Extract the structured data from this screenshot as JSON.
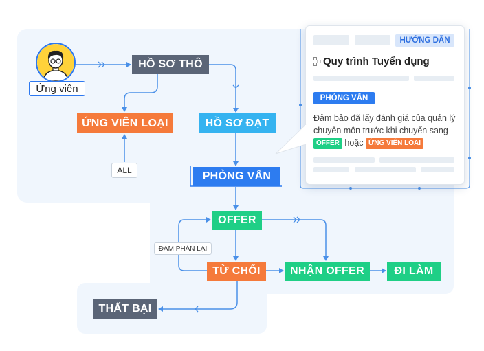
{
  "diagram": {
    "candidate_label": "Ứng viên",
    "nodes": {
      "ho_so_tho": "HỒ SƠ THÔ",
      "ung_vien_loai": "ỨNG VIÊN LOẠI",
      "ho_so_dat": "HỒ SƠ ĐẠT",
      "phong_van": "PHỎNG VẤN",
      "offer": "OFFER",
      "tu_choi": "TỪ CHỐI",
      "nhan_offer": "NHẬN OFFER",
      "di_lam": "ĐI LÀM",
      "that_bai": "THẤT BẠI"
    },
    "tags": {
      "all": "ALL",
      "dam_phan_lai": "ĐÀM PHÁN LẠI"
    },
    "colors": {
      "slate": "#5b6577",
      "orange": "#f57a3b",
      "cyan": "#35b3f0",
      "blue": "#2d7cf0",
      "green": "#1fcf86",
      "line": "#4a90e8",
      "background": "#f0f6fd"
    }
  },
  "card": {
    "badge": "HƯỚNG DẪN",
    "title": "Quy trình Tuyển dụng",
    "icon": "workflow-icon",
    "stage": "PHỎNG VẤN",
    "text_before": "Đảm bảo đã lấy đánh giá của quản lý chuyên môn trước khi chuyển sang",
    "pill_offer": "OFFER",
    "text_mid": "hoặc",
    "pill_rejected": "ỨNG VIÊN LOẠI"
  }
}
